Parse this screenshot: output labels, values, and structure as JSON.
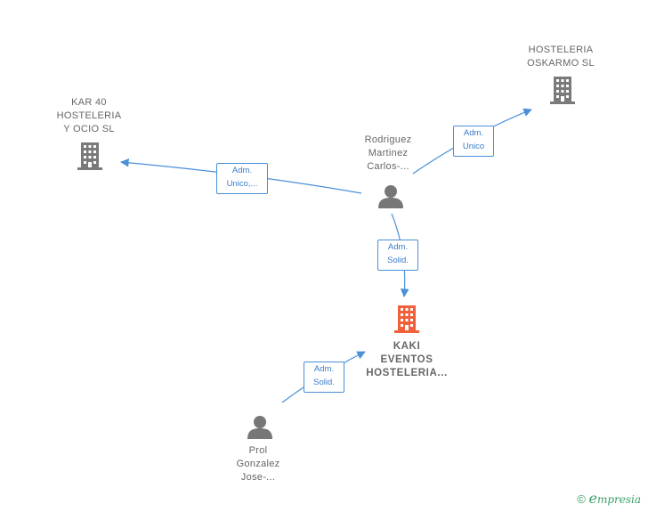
{
  "colors": {
    "edge": "#4a8fd8",
    "company": "#7a7a7a",
    "company_main": "#f0603a",
    "person": "#777777",
    "label_text": "#666666"
  },
  "nodes": {
    "kar40": {
      "lines": [
        "KAR 40",
        "HOSTELERIA",
        "Y OCIO  SL"
      ],
      "icon": "building-icon"
    },
    "oskarmo": {
      "lines": [
        "HOSTELERIA",
        "OSKARMO  SL"
      ],
      "icon": "building-icon"
    },
    "rodriguez": {
      "lines": [
        "Rodriguez",
        "Martinez",
        "Carlos-..."
      ],
      "icon": "person-icon"
    },
    "kaki": {
      "lines": [
        "KAKI",
        "EVENTOS",
        "HOSTELERIA..."
      ],
      "icon": "building-icon"
    },
    "prol": {
      "lines": [
        "Prol",
        "Gonzalez",
        "Jose-..."
      ],
      "icon": "person-icon"
    }
  },
  "edges": {
    "rod_kar": {
      "lines": [
        "Adm.",
        "Unico,..."
      ]
    },
    "rod_osk": {
      "lines": [
        "Adm.",
        "Unico"
      ]
    },
    "rod_kaki": {
      "lines": [
        "Adm.",
        "Solid."
      ]
    },
    "prol_kaki": {
      "lines": [
        "Adm.",
        "Solid."
      ]
    }
  },
  "footer": {
    "copyright": "©",
    "brand_initial": "e",
    "brand_rest": "mpresia"
  }
}
